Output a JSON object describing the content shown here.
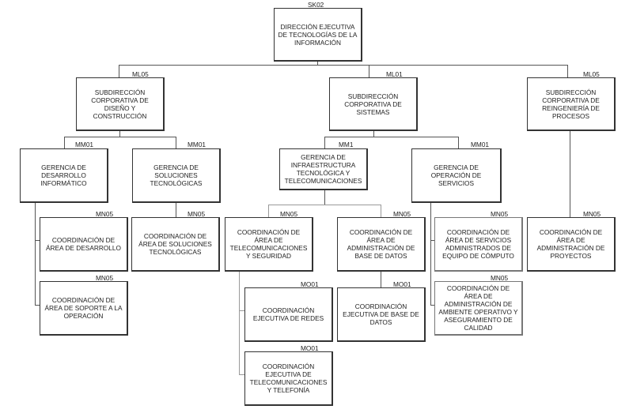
{
  "title": "Organigrama - Dirección Ejecutiva de Tecnologías de la Información",
  "nodes": {
    "root": {
      "code": "SK02",
      "label": "DIRECCIÓN EJECUTIVA DE TECNOLOGÍAS DE LA INFORMACIÓN"
    },
    "sub_diseno": {
      "code": "ML05",
      "label": "SUBDIRECCIÓN CORPORATIVA DE DISEÑO Y CONSTRUCCIÓN"
    },
    "sub_sistemas": {
      "code": "ML01",
      "label": "SUBDIRECCIÓN CORPORATIVA DE SISTEMAS"
    },
    "sub_reing": {
      "code": "ML05",
      "label": "SUBDIRECCIÓN CORPORATIVA DE REINGENIERÍA DE PROCESOS"
    },
    "ger_desarrollo": {
      "code": "MM01",
      "label": "GERENCIA DE DESARROLLO INFORMÁTICO"
    },
    "ger_soluciones": {
      "code": "MM01",
      "label": "GERENCIA DE SOLUCIONES TECNOLÓGICAS"
    },
    "ger_infra": {
      "code": "MM1",
      "label": "GERENCIA DE INFRAESTRUCTURA TECNOLÓGICA Y TELECOMUNICACIONES"
    },
    "ger_operacion": {
      "code": "MM01",
      "label": "GERENCIA DE OPERACIÓN DE SERVICIOS"
    },
    "coord_desarrollo": {
      "code": "MN05",
      "label": "COORDINACIÓN DE ÁREA DE DESARROLLO"
    },
    "coord_soporte": {
      "code": "MN05",
      "label": "COORDINACIÓN DE ÁREA DE SOPORTE A LA OPERACIÓN"
    },
    "coord_soluciones": {
      "code": "MN05",
      "label": "COORDINACIÓN DE ÁREA DE SOLUCIONES TECNOLÓGICAS"
    },
    "coord_telecom": {
      "code": "MN05",
      "label": "COORDINACIÓN DE ÁREA DE TELECOMUNICACIONES Y SEGURIDAD"
    },
    "coord_bd": {
      "code": "MN05",
      "label": "COORDINACIÓN DE ÁREA DE ADMINISTRACIÓN DE BASE DE DATOS"
    },
    "coord_servicios": {
      "code": "MN05",
      "label": "COORDINACIÓN DE ÁREA DE SERVICIOS ADMINISTRADOS DE EQUIPO DE CÓMPUTO"
    },
    "coord_ambiente": {
      "code": "MN05",
      "label": "COORDINACIÓN DE ÁREA DE ADMINISTRACIÓN DE AMBIENTE OPERATIVO Y ASEGURAMIENTO DE CALIDAD"
    },
    "coord_proyectos": {
      "code": "MN05",
      "label": "COORDINACIÓN DE ÁREA DE ADMINISTRACIÓN DE PROYECTOS"
    },
    "ejec_redes": {
      "code": "MO01",
      "label": "COORDINACIÓN EJECUTIVA DE REDES"
    },
    "ejec_bd": {
      "code": "MO01",
      "label": "COORDINACIÓN EJECUTIVA DE BASE DE DATOS"
    },
    "ejec_telefonia": {
      "code": "MO01",
      "label": "COORDINACIÓN EJECUTIVA DE TELECOMUNICACIONES Y TELEFONÍA"
    }
  }
}
